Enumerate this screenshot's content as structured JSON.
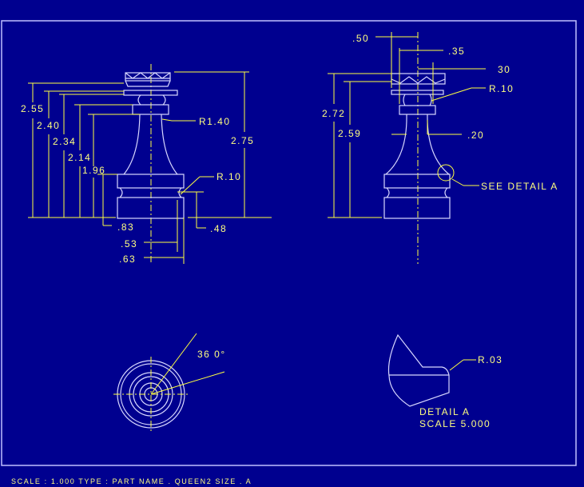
{
  "drawing": {
    "front_view": {
      "dims": [
        "2.55",
        "2.40",
        "2.34",
        "2.14",
        "1.96",
        ".83",
        ".48",
        ".53",
        ".63",
        "2.75"
      ],
      "radii": [
        "R1.40",
        "R.10"
      ]
    },
    "side_view": {
      "dims": [
        ".50",
        ".35",
        "30",
        "2.72",
        "2.59",
        ".20"
      ],
      "radius": "R.10",
      "detail_callout": "SEE DETAIL  A"
    },
    "top_view": {
      "angle": "36 0°"
    },
    "detail": {
      "radius": "R.03",
      "title": "DETAIL  A",
      "scale": "SCALE  5.000"
    }
  },
  "status_bar": "SCALE : 1.000   TYPE : PART   NAME . QUEEN2  SIZE . A",
  "colors": {
    "background": "#00008f",
    "dimension": "#ffff40",
    "part": "#d8d8ff"
  }
}
